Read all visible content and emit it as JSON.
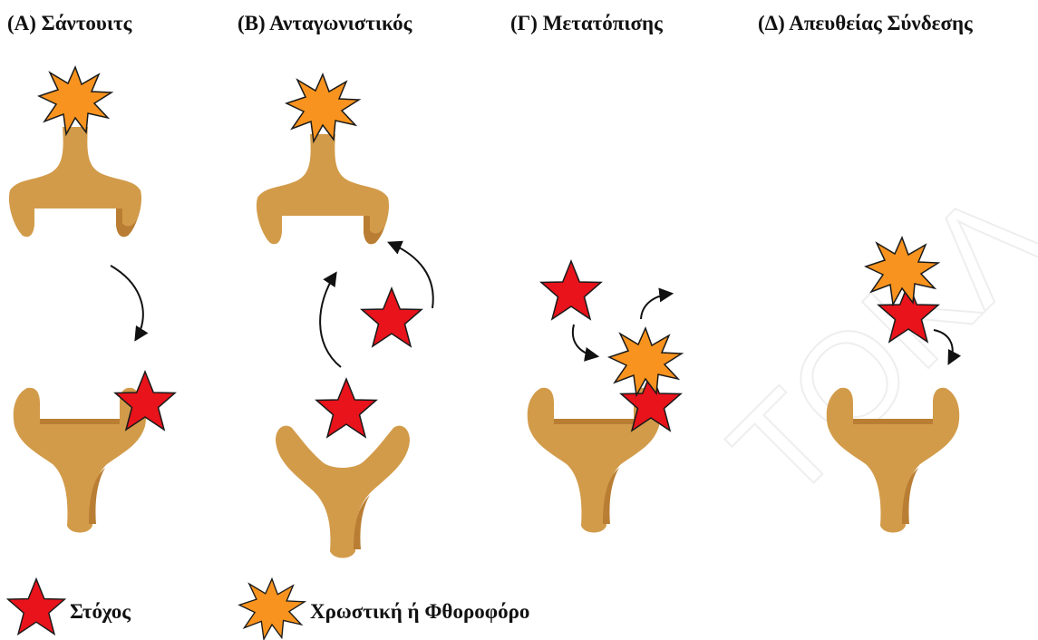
{
  "titles": {
    "a": "(Α) Σάντουιτς",
    "b": "(Β) Ανταγωνιστικός",
    "c": "(Γ) Μετατόπισης",
    "d": "(Δ) Απευθείας Σύνδεσης"
  },
  "legend": {
    "target": "Στόχος",
    "dye": "Χρωστική ή Φθοροφόρο"
  },
  "colors": {
    "antibody": "#D29B4A",
    "antibody_shadow": "#B97E33",
    "target_star": "#E8131B",
    "dye_burst": "#F7931E",
    "outline": "#1a1a1a",
    "watermark": "#cfcfcf"
  },
  "icons": {
    "target": "red-star-icon",
    "dye": "orange-burst-icon",
    "antibody": "antibody-shape"
  }
}
